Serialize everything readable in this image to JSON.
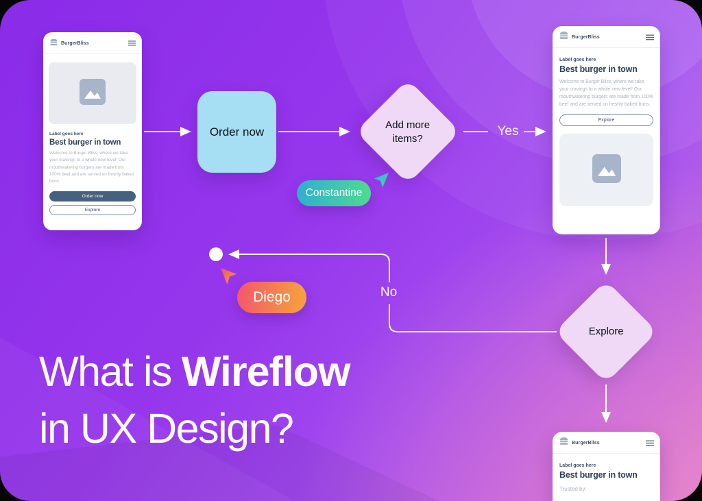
{
  "poster_title": {
    "line1_regular": "What is",
    "line1_bold": "Wireflow",
    "line2": "in UX Design?"
  },
  "flowchart": {
    "action_box": "Order now",
    "decision_add_items": "Add more items?",
    "decision_explore": "Explore",
    "branch_yes": "Yes",
    "branch_no": "No"
  },
  "collaborators": {
    "cursor1": "Constantine",
    "cursor2": "Diego"
  },
  "phone": {
    "brand": "BurgerBliss",
    "label": "Label goes here",
    "heading": "Best burger in town",
    "body": "Welcome to Burger Bliss, where we take your cravings to a whole new level! Our mouthwatering burgers are made from 100% beef and are served on freshly baked buns.",
    "primary_button": "Order now",
    "secondary_button": "Explore",
    "trusted_by": "Trusted by:"
  },
  "colors": {
    "background_purple": "#9636EC",
    "background_pink": "#D77BC8",
    "action_box_fill": "#A6DEF4",
    "decision_fill": "#EFD9F6",
    "connector": "#FFFFFF",
    "cursor1_gradient_start": "#2FAECE",
    "cursor1_gradient_end": "#4FDB90",
    "cursor2_gradient_start": "#F2566C",
    "cursor2_gradient_end": "#F6A43C",
    "phone_primary_button": "#46617F",
    "phone_heading_text": "#2F3F58",
    "phone_body_text": "#A9B1C2"
  }
}
